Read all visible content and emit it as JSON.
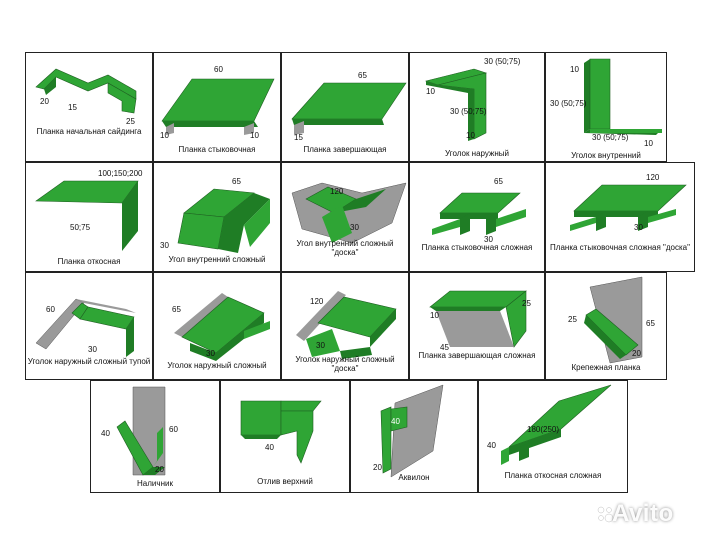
{
  "colors": {
    "profile_green": "#2fa535",
    "profile_dark": "#1f7d25",
    "sheet_gray": "#9a9a9a",
    "frame": "#222222"
  },
  "cells": [
    {
      "caption": "Планка начальная сайдинга",
      "dims": [
        "20",
        "15",
        "25"
      ]
    },
    {
      "caption": "Планка стыковочная",
      "dims": [
        "60",
        "10",
        "10"
      ]
    },
    {
      "caption": "Планка завершающая",
      "dims": [
        "65",
        "15"
      ]
    },
    {
      "caption": "Уголок наружный",
      "dims": [
        "30 (50;75)",
        "10",
        "30 (50;75)",
        "10"
      ]
    },
    {
      "caption": "Уголок внутренний",
      "dims": [
        "10",
        "30 (50;75)",
        "30 (50;75)",
        "10"
      ]
    },
    {
      "caption": "Планка откосная",
      "dims": [
        "100;150;200",
        "50;75"
      ]
    },
    {
      "caption": "Угол внутренний сложный",
      "dims": [
        "65",
        "30"
      ]
    },
    {
      "caption": "Угол внутренний сложный \"доска\"",
      "dims": [
        "120",
        "30"
      ]
    },
    {
      "caption": "Планка стыковочная сложная",
      "dims": [
        "65",
        "30"
      ]
    },
    {
      "caption": "Планка стыковочная сложная \"доска\"",
      "dims": [
        "120",
        "30"
      ]
    },
    {
      "caption": "Уголок наружный сложный тупой",
      "dims": [
        "60",
        "30"
      ]
    },
    {
      "caption": "Уголок наружный сложный",
      "dims": [
        "65",
        "30"
      ]
    },
    {
      "caption": "Уголок наружный сложный \"доска\"",
      "dims": [
        "120",
        "30"
      ]
    },
    {
      "caption": "Планка завершающая сложная",
      "dims": [
        "10",
        "25",
        "45"
      ]
    },
    {
      "caption": "Крепежная планка",
      "dims": [
        "25",
        "65",
        "20"
      ]
    },
    {
      "caption": "Наличник",
      "dims": [
        "40",
        "60",
        "20"
      ]
    },
    {
      "caption": "Отлив верхний",
      "dims": [
        "40"
      ]
    },
    {
      "caption": "Аквилон",
      "dims": [
        "40",
        "20"
      ]
    },
    {
      "caption": "Планка откосная сложная",
      "dims": [
        "180(250)",
        "40"
      ]
    }
  ],
  "watermark": {
    "text": "Avito"
  }
}
